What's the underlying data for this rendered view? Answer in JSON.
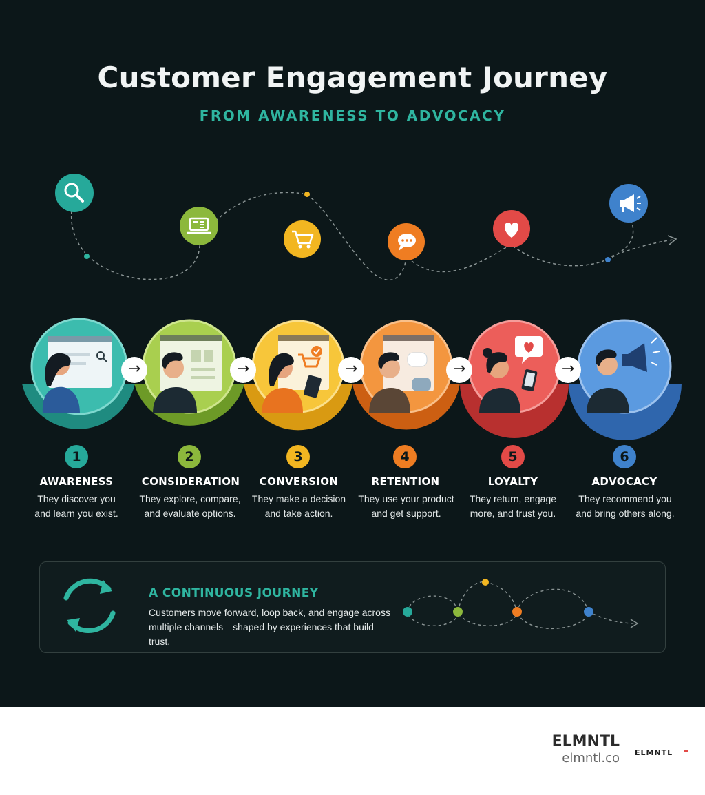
{
  "header": {
    "title": "Customer Engagement Journey",
    "subtitle": "FROM AWARENESS TO ADVOCACY"
  },
  "stages": [
    {
      "number": "1",
      "name": "AWARENESS",
      "line1": "They discover you",
      "line2": "and learn you exist.",
      "color": "#26a99a",
      "icon": "magnifier-icon"
    },
    {
      "number": "2",
      "name": "CONSIDERATION",
      "line1": "They explore, compare,",
      "line2": "and evaluate options.",
      "color": "#8cb83c",
      "icon": "laptop-list-icon"
    },
    {
      "number": "3",
      "name": "CONVERSION",
      "line1": "They make a decision",
      "line2": "and take action.",
      "color": "#f2b621",
      "icon": "shopping-cart-icon"
    },
    {
      "number": "4",
      "name": "RETENTION",
      "line1": "They use your product",
      "line2": "and get support.",
      "color": "#ef7d22",
      "icon": "chat-bubble-icon"
    },
    {
      "number": "5",
      "name": "LOYALTY",
      "line1": "They return, engage",
      "line2": "more, and trust you.",
      "color": "#e24a47",
      "icon": "heart-icon"
    },
    {
      "number": "6",
      "name": "ADVOCACY",
      "line1": "They recommend you",
      "line2": "and bring others along.",
      "color": "#3f82cc",
      "icon": "megaphone-icon"
    }
  ],
  "arrow_glyph": "→",
  "loop_panel": {
    "title": "A CONTINUOUS JOURNEY",
    "line1": "Customers move forward, loop back, and engage across",
    "line2": "multiple channels—shaped by experiences that build trust.",
    "icon": "loop-arrows-icon"
  },
  "colors": {
    "background": "#0c1719",
    "accent": "#2fb5a0",
    "footer_background": "#ffffff"
  },
  "footer": {
    "brand": "ELMNTL",
    "url": "elmntl.co",
    "logo_text": "ELMNTL"
  }
}
